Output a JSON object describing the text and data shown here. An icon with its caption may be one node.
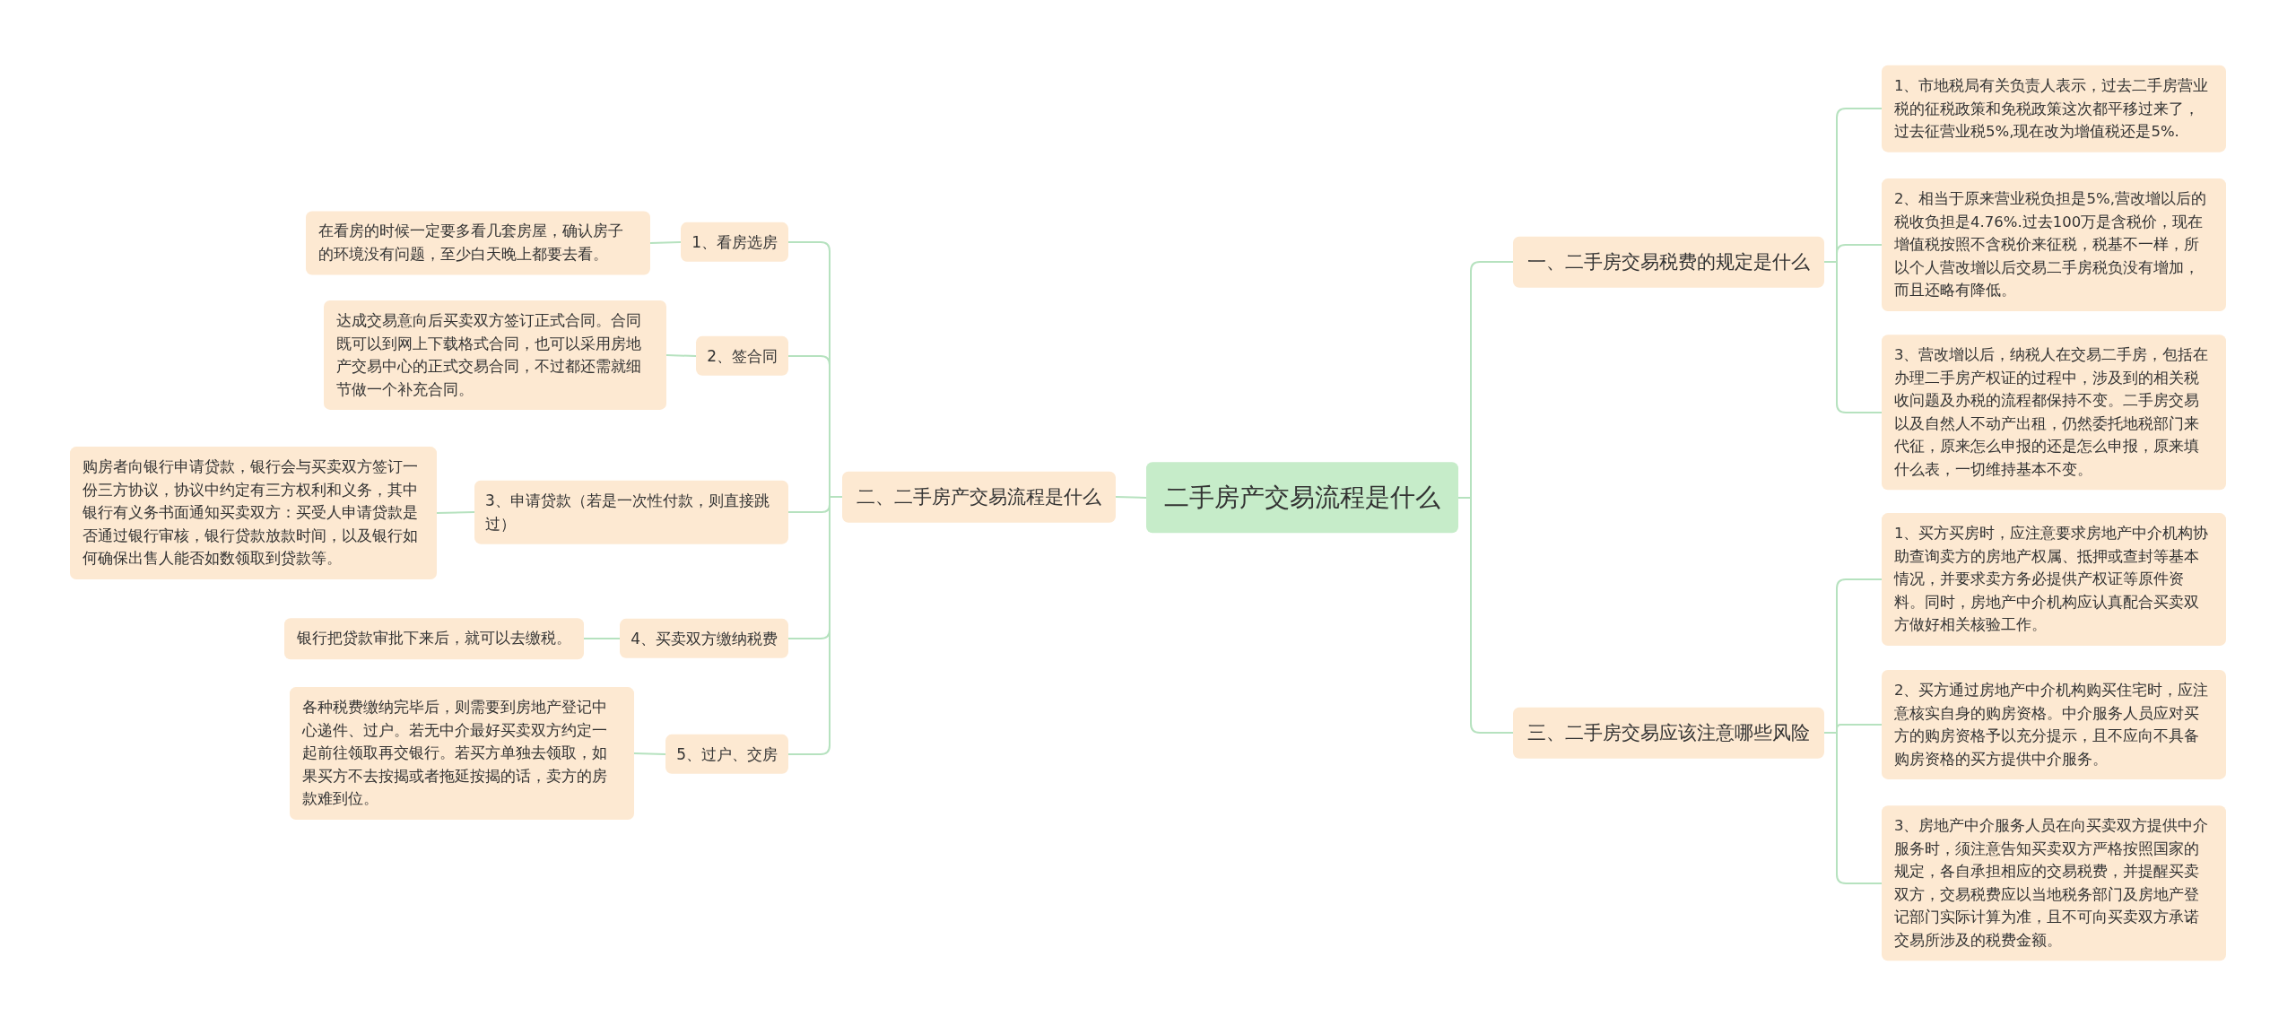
{
  "diagram": {
    "nodes": [
      {
        "text": [
          "二手房产交易流程是什么"
        ]
      },
      {
        "text": [
          "二、二手房产交易流程是什么"
        ]
      },
      {
        "text": [
          "1、看房选房"
        ]
      },
      {
        "text": [
          "在看房的时候一定要多看几套房屋，确认房子的环境没有问题，至少白天晚上都要去看。"
        ]
      },
      {
        "text": [
          "2、签合同"
        ]
      },
      {
        "text": [
          "达成交易意向后买卖双方签订正式合同。合同既可以到网上下载格式合同，也可以采用房地产交易中心的正式交易合同，不过都还需就细节做一个补充合同。"
        ]
      },
      {
        "text": [
          "3、申请贷款（若是一次性付款，则直接跳过）"
        ]
      },
      {
        "text": [
          "购房者向银行申请贷款，银行会与买卖双方签订一份三方协议，协议中约定有三方权利和义务，其中银行有义务书面通知买卖双方：买受人申请贷款是否通过银行审核，银行贷款放款时间，以及银行如何确保出售人能否如数领取到贷款等。"
        ]
      },
      {
        "text": [
          "4、买卖双方缴纳税费"
        ]
      },
      {
        "text": [
          "银行把贷款审批下来后，就可以去缴税。"
        ]
      },
      {
        "text": [
          "5、过户、交房"
        ]
      },
      {
        "text": [
          "各种税费缴纳完毕后，则需要到房地产登记中心递件、过户。若无中介最好买卖双方约定一起前往领取再交银行。若买方单独去领取，如果买方不去按揭或者拖延按揭的话，卖方的房款难到位。"
        ]
      },
      {
        "text": [
          "一、二手房交易税费的规定是什么"
        ]
      },
      {
        "text": [
          "1、市地税局有关负责人表示，过去二手房营业税的征税政策和免税政策这次都平移过来了，过去征营业税5%,现在改为增值税还是5%."
        ]
      },
      {
        "text": [
          "2、相当于原来营业税负担是5%,营改增以后的税收负担是4.76%.过去100万是含税价，现在增值税按照不含税价来征税，税基不一样，所以个人营改增以后交易二手房税负没有增加，而且还略有降低。"
        ]
      },
      {
        "text": [
          "3、营改增以后，纳税人在交易二手房，包括在办理二手房产权证的过程中，涉及到的相关税收问题及办税的流程都保持不变。二手房交易以及自然人不动产出租，仍然委托地税部门来代征，原来怎么申报的还是怎么申报，原来填什么表，一切维持基本不变。"
        ]
      },
      {
        "text": [
          "三、二手房交易应该注意哪些风险"
        ]
      },
      {
        "text": [
          "1、买方买房时，应注意要求房地产中介机构协助查询卖方的房地产权属、抵押或查封等基本情况，并要求卖方务必提供产权证等原件资料。同时，房地产中介机构应认真配合买卖双方做好相关核验工作。"
        ]
      },
      {
        "text": [
          "2、买方通过房地产中介机构购买住宅时，应注意核实自身的购房资格。中介服务人员应对买方的购房资格予以充分提示，且不应向不具备购房资格的买方提供中介服务。"
        ]
      },
      {
        "text": [
          "3、房地产中介服务人员在向买卖双方提供中介服务时，须注意告知买卖双方严格按照国家的规定，各自承担相应的交易税费，并提醒买卖双方，交易税费应以当地税务部门及房地产登记部门实际计算为准，且不可向买卖双方承诺交易所涉及的税费金额。"
        ]
      }
    ],
    "edges": [
      {
        "from": 0,
        "to": 1,
        "arrow": "none"
      },
      {
        "from": 1,
        "to": 2,
        "arrow": "none"
      },
      {
        "from": 2,
        "to": 3,
        "arrow": "none"
      },
      {
        "from": 1,
        "to": 4,
        "arrow": "none"
      },
      {
        "from": 4,
        "to": 5,
        "arrow": "none"
      },
      {
        "from": 1,
        "to": 6,
        "arrow": "none"
      },
      {
        "from": 6,
        "to": 7,
        "arrow": "none"
      },
      {
        "from": 1,
        "to": 8,
        "arrow": "none"
      },
      {
        "from": 8,
        "to": 9,
        "arrow": "none"
      },
      {
        "from": 1,
        "to": 10,
        "arrow": "none"
      },
      {
        "from": 10,
        "to": 11,
        "arrow": "none"
      },
      {
        "from": 0,
        "to": 12,
        "arrow": "none"
      },
      {
        "from": 12,
        "to": 13,
        "arrow": "none"
      },
      {
        "from": 12,
        "to": 14,
        "arrow": "none"
      },
      {
        "from": 12,
        "to": 15,
        "arrow": "none"
      },
      {
        "from": 0,
        "to": 16,
        "arrow": "none"
      },
      {
        "from": 16,
        "to": 17,
        "arrow": "none"
      },
      {
        "from": 16,
        "to": 18,
        "arrow": "none"
      },
      {
        "from": 16,
        "to": 19,
        "arrow": "none"
      }
    ]
  }
}
